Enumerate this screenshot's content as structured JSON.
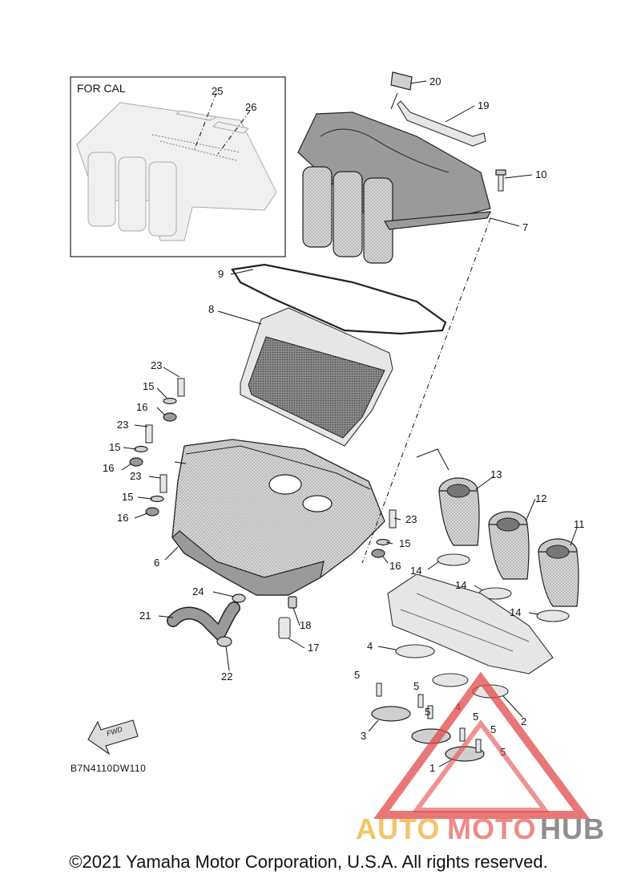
{
  "inset": {
    "title": "FOR CAL"
  },
  "callouts": [
    {
      "id": "1",
      "label": "1"
    },
    {
      "id": "2",
      "label": "2"
    },
    {
      "id": "3",
      "label": "3"
    },
    {
      "id": "4a",
      "label": "4"
    },
    {
      "id": "4b",
      "label": "4"
    },
    {
      "id": "5a",
      "label": "5"
    },
    {
      "id": "5b",
      "label": "5"
    },
    {
      "id": "5c",
      "label": "5"
    },
    {
      "id": "5d",
      "label": "5"
    },
    {
      "id": "5e",
      "label": "5"
    },
    {
      "id": "6",
      "label": "6"
    },
    {
      "id": "7",
      "label": "7"
    },
    {
      "id": "8",
      "label": "8"
    },
    {
      "id": "9",
      "label": "9"
    },
    {
      "id": "10",
      "label": "10"
    },
    {
      "id": "11",
      "label": "11"
    },
    {
      "id": "12",
      "label": "12"
    },
    {
      "id": "13",
      "label": "13"
    },
    {
      "id": "14a",
      "label": "14"
    },
    {
      "id": "14b",
      "label": "14"
    },
    {
      "id": "14c",
      "label": "14"
    },
    {
      "id": "15a",
      "label": "15"
    },
    {
      "id": "15b",
      "label": "15"
    },
    {
      "id": "15c",
      "label": "15"
    },
    {
      "id": "15d",
      "label": "15"
    },
    {
      "id": "16a",
      "label": "16"
    },
    {
      "id": "16b",
      "label": "16"
    },
    {
      "id": "16c",
      "label": "16"
    },
    {
      "id": "16d",
      "label": "16"
    },
    {
      "id": "17",
      "label": "17"
    },
    {
      "id": "18",
      "label": "18"
    },
    {
      "id": "19",
      "label": "19"
    },
    {
      "id": "20",
      "label": "20"
    },
    {
      "id": "21",
      "label": "21"
    },
    {
      "id": "22",
      "label": "22"
    },
    {
      "id": "23a",
      "label": "23"
    },
    {
      "id": "23b",
      "label": "23"
    },
    {
      "id": "23c",
      "label": "23"
    },
    {
      "id": "23d",
      "label": "23"
    },
    {
      "id": "24",
      "label": "24"
    },
    {
      "id": "25",
      "label": "25"
    },
    {
      "id": "26",
      "label": "26"
    }
  ],
  "fwd_label": "FWD",
  "diagram_code": "B7N4110DW110",
  "watermark": {
    "word_a": "AUTO",
    "word_b": "MOTO",
    "word_c": "HUB",
    "colors": {
      "auto": "#f2c46a",
      "moto": "#f08a86",
      "hub": "#8f8f8f",
      "triangle": "#e24a4a"
    }
  },
  "copyright": "©2021 Yamaha Motor Corporation, U.S.A. All rights reserved."
}
